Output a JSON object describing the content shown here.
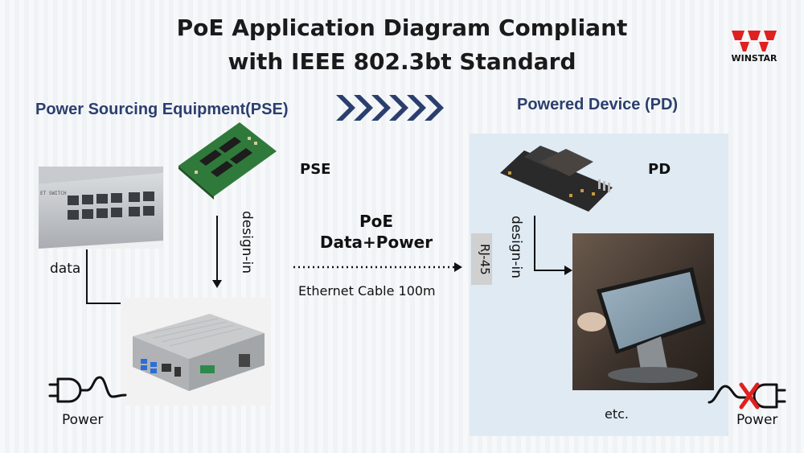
{
  "title": {
    "line1": "PoE Application Diagram Compliant",
    "line2": "with IEEE 802.3bt Standard"
  },
  "logo": {
    "text": "WINSTAR",
    "color": "#e02020"
  },
  "pse_header": "Power Sourcing Equipment(PSE)",
  "pd_header": "Powered Device (PD)",
  "pse_label": "PSE",
  "pd_label": "PD",
  "poe": {
    "line1": "PoE",
    "line2": "Data+Power"
  },
  "cable_label": "Ethernet Cable 100m",
  "design_in_left": "design-in",
  "design_in_right": "design-in",
  "rj45_label": "RJ-45",
  "data_label": "data",
  "power_left": "Power",
  "power_right": "Power",
  "etc_label": "etc.",
  "switch_text": "ET SWITCH",
  "colors": {
    "header": "#2b3f6e",
    "chevron": "#2b3f6e",
    "panel": "#dfeaf3",
    "cross": "#e02020"
  }
}
